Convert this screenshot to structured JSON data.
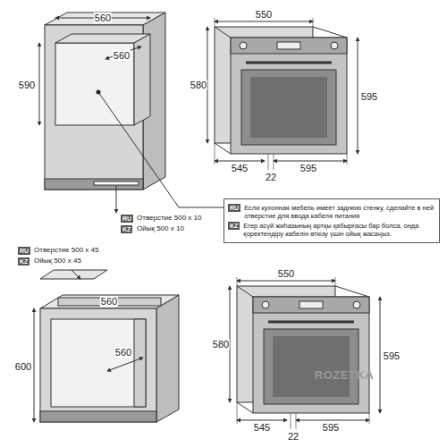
{
  "diagram": {
    "nodes": [
      {
        "text": [
          "RU",
          "Если кухонная мебель имеет заднюю стенку, сделайте в ней отверстие для ввода кабеля питания",
          "KZ",
          "Егер асүй жиһазының артқы қабырғасы бар болса, онда қоректендіру кабелін өткізу үшін ойық жасаңыз."
        ]
      }
    ],
    "edges": [],
    "labels": [
      "560",
      "590",
      "560",
      "550",
      "580",
      "595",
      "545",
      "22",
      "595",
      "RU",
      "Отверстие 500 x 10",
      "KZ",
      "Ойық 500 x 10",
      "RU",
      "Отверстие 500 x 45",
      "KZ",
      "Ойық 500 x 45",
      "560",
      "600",
      "560",
      "550",
      "580",
      "595",
      "545",
      "22",
      "595",
      "ROZETKA"
    ]
  }
}
